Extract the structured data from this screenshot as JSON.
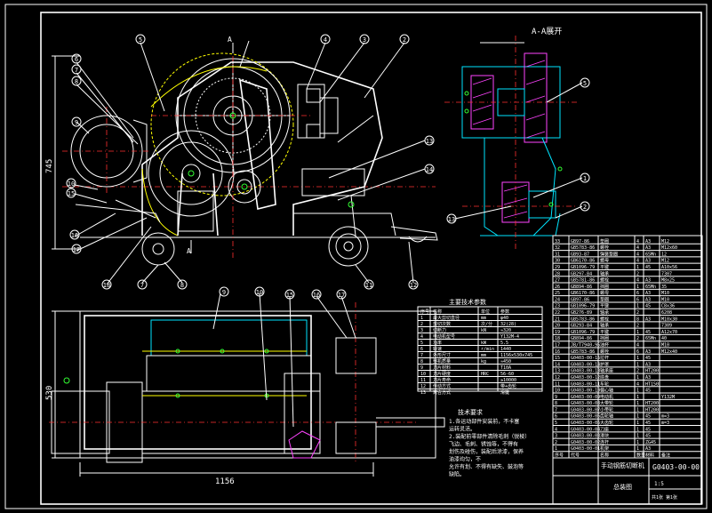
{
  "view_title": "A-A展开",
  "section_letter": "A",
  "dimensions": {
    "height_main": "745",
    "height_plan": "530",
    "width_plan": "1156"
  },
  "balloons": {
    "front_top": [
      "5",
      "4",
      "3",
      "2"
    ],
    "front_left": [
      "6",
      "7",
      "8",
      "9",
      "10",
      "15",
      "16",
      "17"
    ],
    "front_bottom": [
      "18",
      "7",
      "8",
      "11",
      "12"
    ],
    "front_right": [
      "13",
      "14"
    ],
    "section": [
      "5",
      "1",
      "2",
      "13"
    ],
    "plan": [
      "9",
      "10",
      "15",
      "16",
      "17"
    ]
  },
  "tech_req": {
    "title": "技术要求",
    "lines": [
      "1.各运动部件安装前，不卡塞",
      "  运转灵活。",
      "2.装配前零部件清除毛刺（锐棱）",
      "  飞边、毛刺、锈蚀等，不得有",
      "  划伤及碰伤，装配后涂漆，保养",
      "  油漆均匀，不",
      "  允许有划、不得有缺失、鼓泡等",
      "  缺陷。"
    ]
  },
  "params": {
    "title": "主要技术参数",
    "header": [
      "序号",
      "名称",
      "单位",
      "参数"
    ],
    "rows": [
      [
        "1",
        "最大剪切直径",
        "mm",
        "φ40"
      ],
      [
        "2",
        "剪切次数",
        "次/分",
        "32(28)"
      ],
      [
        "3",
        "切断力",
        "kN",
        "≈320"
      ],
      [
        "4",
        "电动机型号",
        "",
        "Y132M-4"
      ],
      [
        "5",
        "功率",
        "kW",
        "5.5"
      ],
      [
        "6",
        "转速",
        "r/min",
        "1440"
      ],
      [
        "7",
        "外形尺寸",
        "mm",
        "1156x530x745"
      ],
      [
        "8",
        "整机质量",
        "kg",
        "≈450"
      ],
      [
        "9",
        "刀片材料",
        "",
        "T10A"
      ],
      [
        "10",
        "刀片硬度",
        "HRC",
        "56-60"
      ],
      [
        "11",
        "刀片寿命",
        "",
        "≥10000"
      ],
      [
        "12",
        "传动方式",
        "",
        "带+齿轮"
      ],
      [
        "13",
        "离合方式",
        "",
        "滑键"
      ]
    ]
  },
  "bom": {
    "header": [
      "序号",
      "代号",
      "名称",
      "数量",
      "材料",
      "备注"
    ],
    "rows": [
      [
        "33",
        "GB97-86",
        "垫圈",
        "4",
        "A3",
        "M12"
      ],
      [
        "32",
        "GB5783-86",
        "螺栓",
        "4",
        "A3",
        "M12x60"
      ],
      [
        "31",
        "GB93-87",
        "弹簧垫圈",
        "4",
        "65Mn",
        "12"
      ],
      [
        "30",
        "GB6170-86",
        "螺母",
        "4",
        "A3",
        "M12"
      ],
      [
        "29",
        "GB1096-79",
        "平键",
        "1",
        "45",
        "A10x56"
      ],
      [
        "28",
        "GB297-84",
        "轴承",
        "2",
        "",
        "7307"
      ],
      [
        "27",
        "GB5781-86",
        "螺栓",
        "4",
        "A3",
        "M8x25"
      ],
      [
        "26",
        "GB894-86",
        "挡圈",
        "1",
        "65Mn",
        "35"
      ],
      [
        "25",
        "GB6170-86",
        "螺母",
        "6",
        "A3",
        "M10"
      ],
      [
        "24",
        "GB97-86",
        "垫圈",
        "6",
        "A3",
        "M10"
      ],
      [
        "23",
        "GB1096-79",
        "平键",
        "1",
        "45",
        "C8x36"
      ],
      [
        "22",
        "GB276-89",
        "轴承",
        "2",
        "",
        "6208"
      ],
      [
        "21",
        "GB5783-86",
        "螺栓",
        "8",
        "A3",
        "M10x30"
      ],
      [
        "20",
        "GB293-84",
        "轴承",
        "2",
        "",
        "7309"
      ],
      [
        "19",
        "GB1096-79",
        "平键",
        "1",
        "45",
        "A12x70"
      ],
      [
        "18",
        "GB894-86",
        "挡圈",
        "2",
        "65Mn",
        "40"
      ],
      [
        "17",
        "JB/T7940-95",
        "油杯",
        "4",
        "",
        "M10"
      ],
      [
        "16",
        "GB5783-86",
        "螺栓",
        "6",
        "A3",
        "M12x40"
      ],
      [
        "15",
        "G0403-00-15",
        "拉杆",
        "1",
        "45",
        ""
      ],
      [
        "14",
        "G0403-00-14",
        "护罩",
        "1",
        "A3",
        ""
      ],
      [
        "13",
        "G0403-00-13",
        "轴承座",
        "2",
        "HT200",
        ""
      ],
      [
        "12",
        "G0403-00-12",
        "底盘",
        "1",
        "A3",
        ""
      ],
      [
        "11",
        "G0403-00-11",
        "车轮",
        "4",
        "HT150",
        ""
      ],
      [
        "10",
        "G0403-00-10",
        "偏心轴",
        "1",
        "45",
        ""
      ],
      [
        "9",
        "G0403-00-09",
        "电动机",
        "1",
        "",
        "Y132M"
      ],
      [
        "8",
        "G0403-00-08",
        "大带轮",
        "1",
        "HT200",
        ""
      ],
      [
        "7",
        "G0403-00-07",
        "小带轮",
        "1",
        "HT200",
        ""
      ],
      [
        "6",
        "G0403-00-06",
        "齿轮轴",
        "1",
        "45",
        "m=3"
      ],
      [
        "5",
        "G0403-00-05",
        "大齿轮",
        "1",
        "45",
        "m=3"
      ],
      [
        "4",
        "G0403-00-04",
        "刀座",
        "1",
        "45",
        ""
      ],
      [
        "3",
        "G0403-00-03",
        "滑块",
        "1",
        "45",
        ""
      ],
      [
        "2",
        "G0403-00-02",
        "连杆",
        "1",
        "ZG45",
        ""
      ],
      [
        "1",
        "G0403-00-01",
        "机架",
        "1",
        "A3",
        ""
      ]
    ]
  },
  "title_block": {
    "name": "手动钢筋切断机",
    "subtitle": "总装图",
    "drawing_no": "G0403-00-00",
    "scale": "1:5",
    "sheet": "共1张 第1张"
  }
}
